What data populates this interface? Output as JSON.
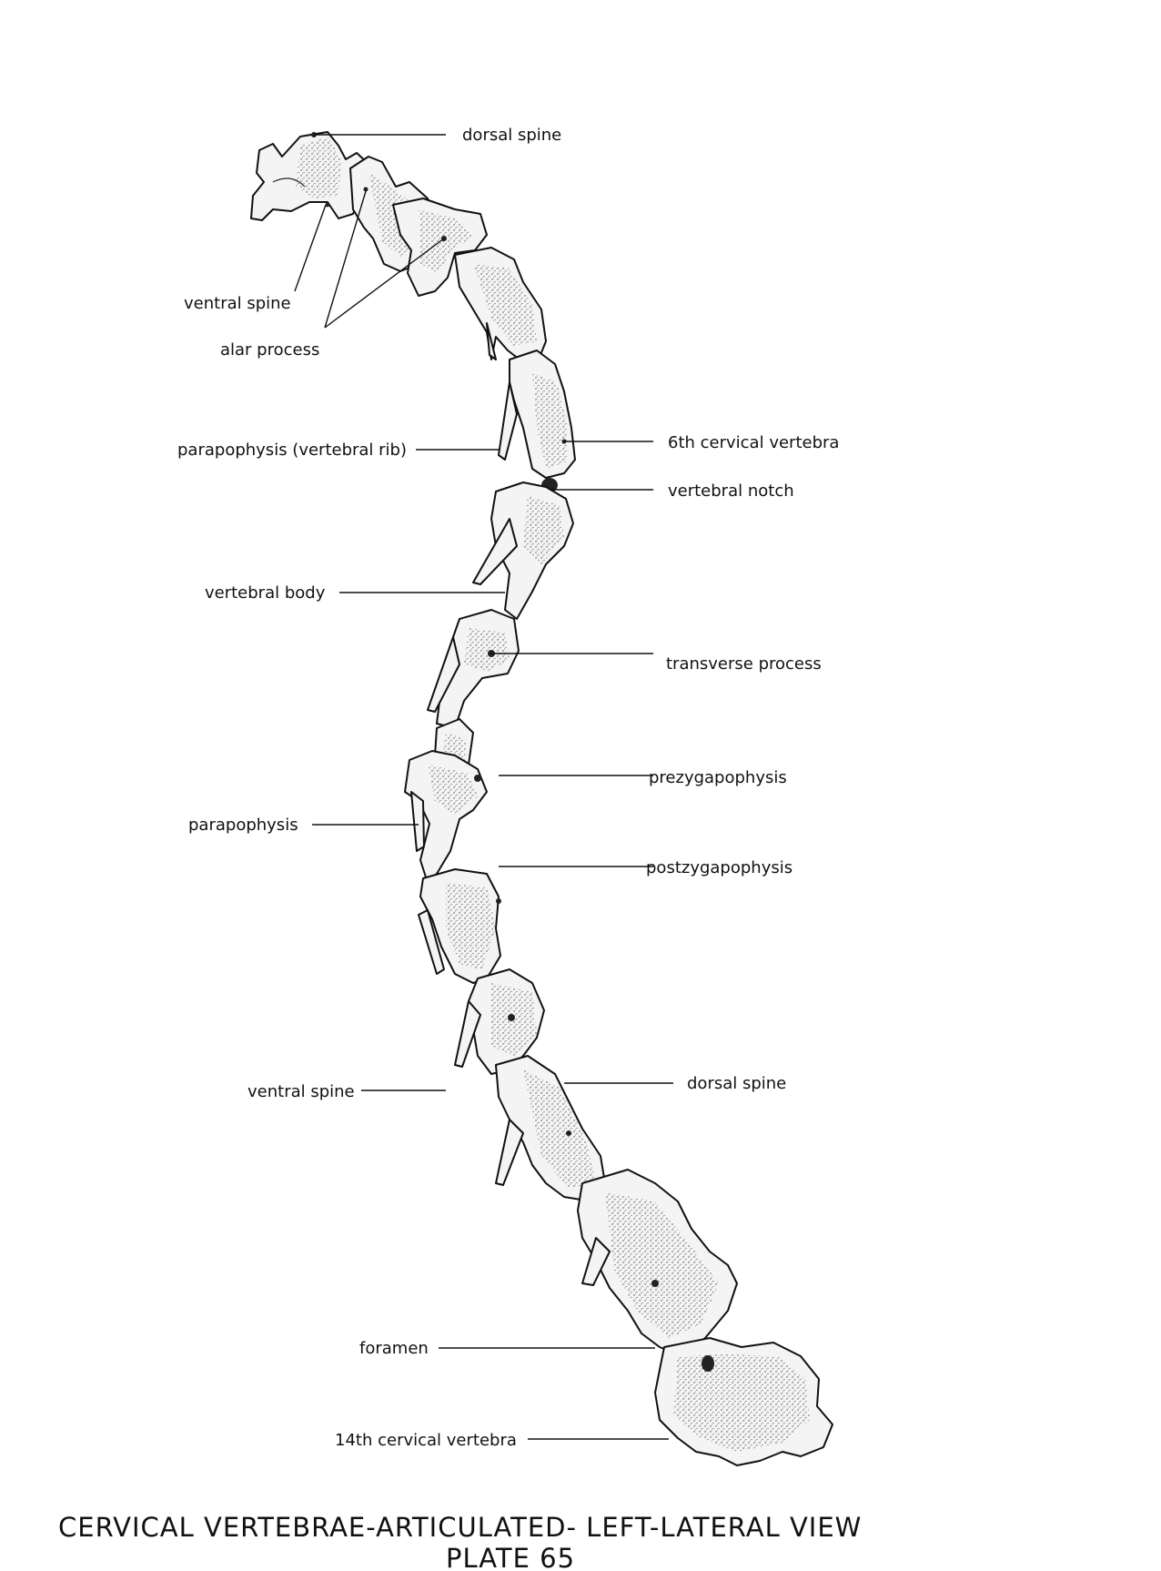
{
  "plate": {
    "title": "CERVICAL VERTEBRAE-ARTICULATED- LEFT-LATERAL VIEW",
    "subtitle": "PLATE 65"
  },
  "labels": {
    "dorsal_spine_top": "dorsal spine",
    "ventral_spine_top": "ventral spine",
    "alar_process": "alar process",
    "parapophysis_rib": "parapophysis (vertebral rib)",
    "sixth_cervical": "6th cervical vertebra",
    "vertebral_notch": "vertebral notch",
    "vertebral_body": "vertebral body",
    "transverse_process": "transverse process",
    "prezygapophysis": "prezygapophysis",
    "parapophysis": "parapophysis",
    "postzygapophysis": "postzygapophysis",
    "ventral_spine_bottom": "ventral spine",
    "dorsal_spine_bottom": "dorsal spine",
    "foramen": "foramen",
    "fourteenth_cervical": "14th cervical vertebra"
  },
  "colors": {
    "ink": "#111111",
    "bone": "#f4f4f4",
    "paper": "#ffffff"
  }
}
